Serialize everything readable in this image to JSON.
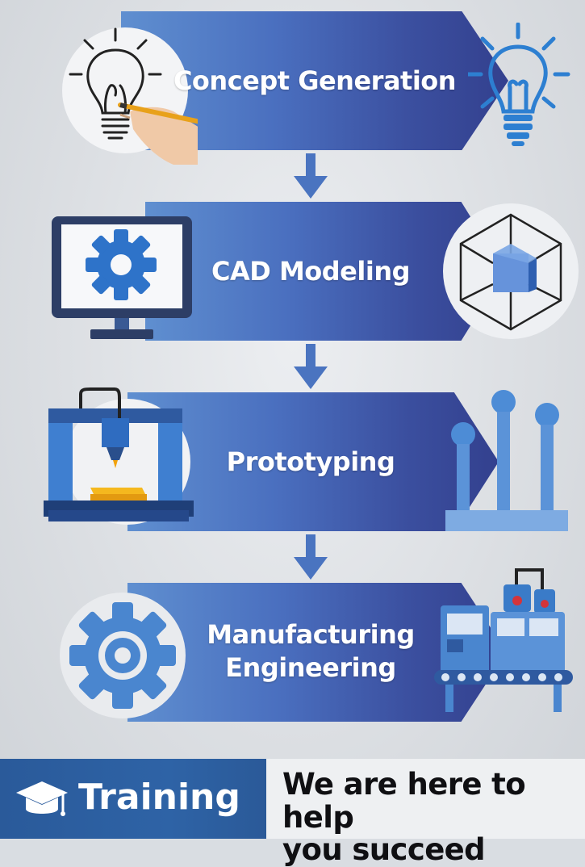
{
  "steps": [
    {
      "title": "Concept Generation"
    },
    {
      "title": "CAD Modeling"
    },
    {
      "title": "Prototyping"
    },
    {
      "title": "Manufacturing Engineering",
      "lines": [
        "Manufacturing",
        "Engineering"
      ]
    }
  ],
  "footer": {
    "label": "Training",
    "tagline_lines": [
      "We are here to help",
      "you succeed"
    ]
  },
  "colors": {
    "banner_light": "#5f8fd0",
    "banner_dark": "#33408e",
    "icon_blue": "#4a86cf",
    "footer_blue": "#2e63a6",
    "background": "#dcdfe3"
  },
  "icons": [
    "lightbulb-sketch-icon",
    "lightbulb-icon",
    "computer-monitor-gear-icon",
    "cube-wireframe-icon",
    "3d-printer-icon",
    "lollipop-bars-icon",
    "gear-icon",
    "factory-machine-icon",
    "graduation-cap-icon"
  ]
}
